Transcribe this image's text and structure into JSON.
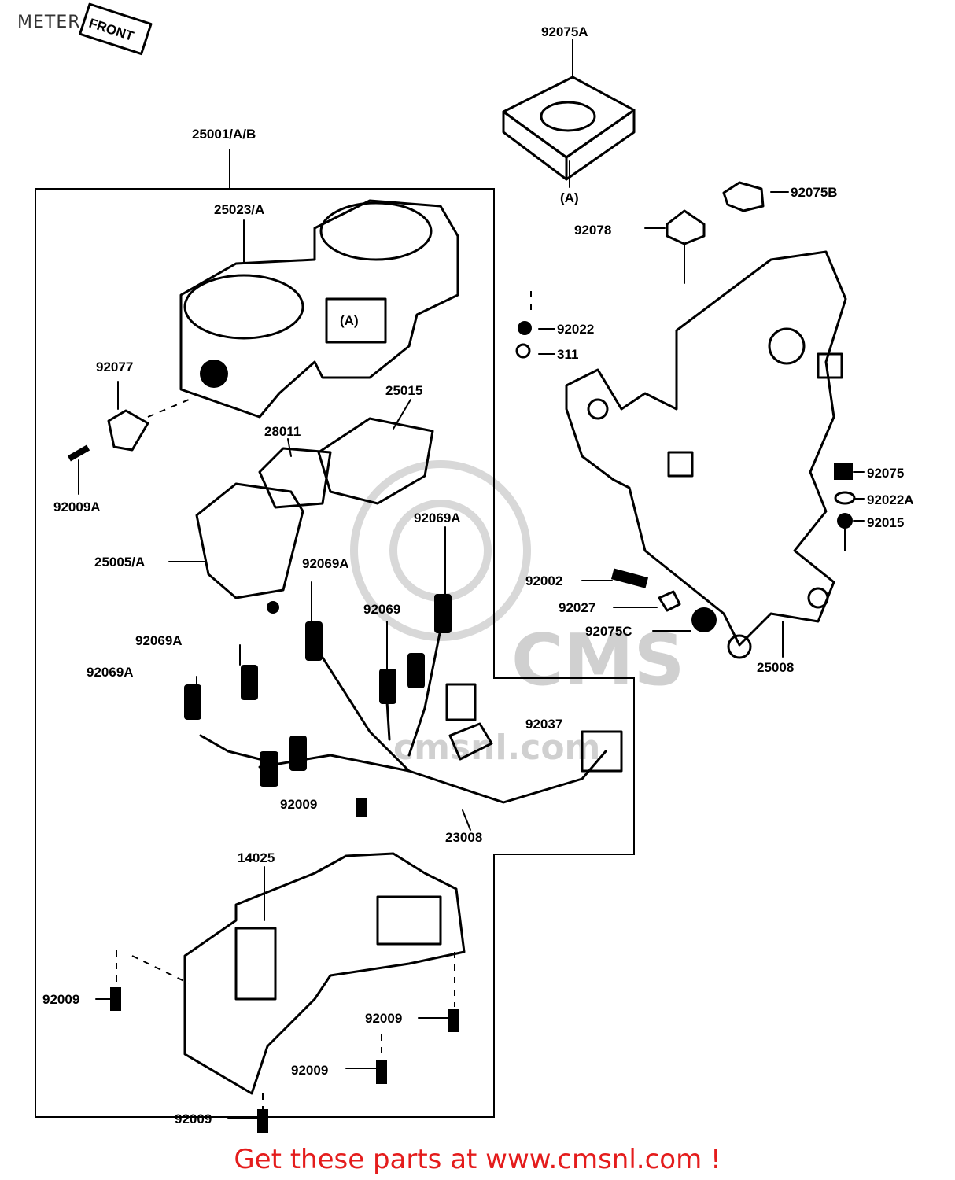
{
  "page": {
    "title": "METER",
    "promo": "Get these parts at www.cmsnl.com !"
  },
  "diagram": {
    "front_badge": "FRONT",
    "parts": {
      "p92075A": "92075A",
      "pA1": "(A)",
      "pA2": "(A)",
      "p92075B": "92075B",
      "p92078": "92078",
      "p92022": "92022",
      "p311": "311",
      "p25001": "25001/A/B",
      "p25023": "25023/A",
      "p92077": "92077",
      "p92009A": "92009A",
      "p25015": "25015",
      "p28011": "28011",
      "p25005": "25005/A",
      "p92069A_1": "92069A",
      "p92069A_2": "92069A",
      "p92069": "92069",
      "p92069A_3": "92069A",
      "p92069A_4": "92069A",
      "p92075": "92075",
      "p92022A": "92022A",
      "p92015": "92015",
      "p92002": "92002",
      "p92027": "92027",
      "p92075C": "92075C",
      "p25008": "25008",
      "p92037": "92037",
      "p92009_mid": "92009",
      "p23008": "23008",
      "p14025": "14025",
      "p92009_1": "92009",
      "p92009_2": "92009",
      "p92009_3": "92009",
      "p92009_4": "92009"
    }
  },
  "watermark": {
    "brand": "CMS",
    "site": "cmsnl.com"
  }
}
